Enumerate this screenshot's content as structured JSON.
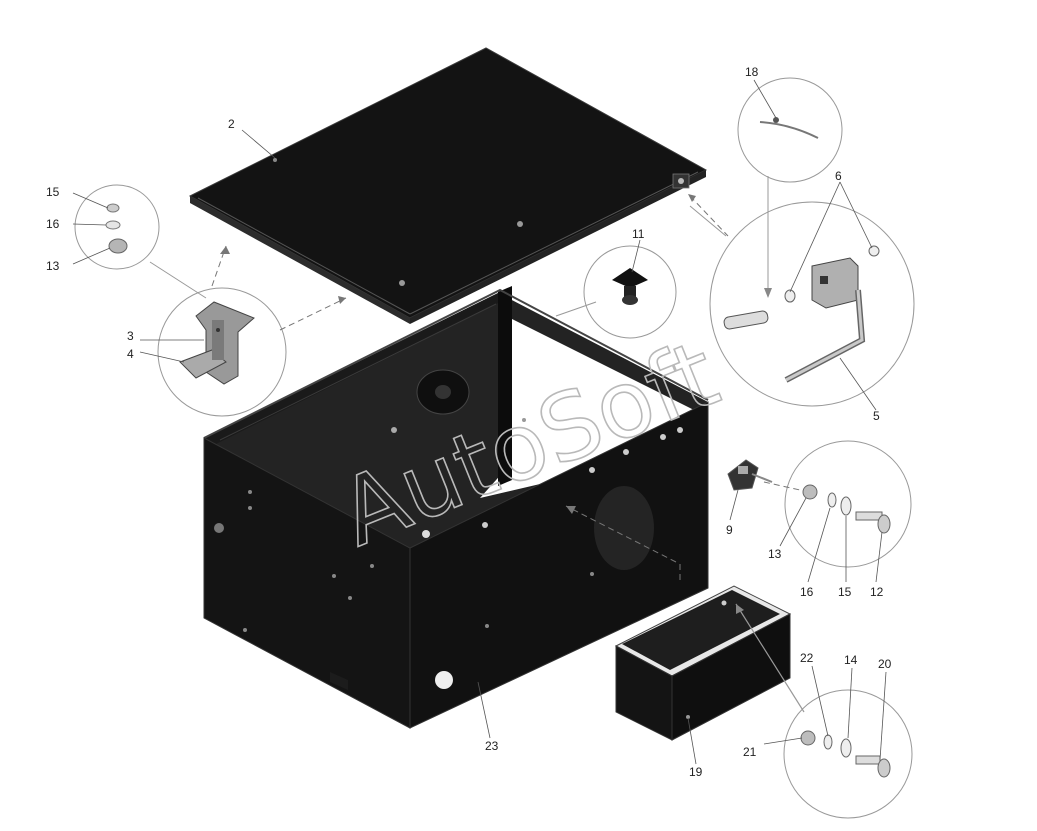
{
  "watermark": "AutoSoft",
  "callouts": {
    "c2": "2",
    "c3": "3",
    "c4": "4",
    "c5": "5",
    "c6": "6",
    "c9": "9",
    "c11": "11",
    "c12": "12",
    "c13a": "13",
    "c13b": "13",
    "c14": "14",
    "c15a": "15",
    "c15b": "15",
    "c16a": "16",
    "c16b": "16",
    "c18": "18",
    "c19": "19",
    "c20": "20",
    "c21": "21",
    "c22": "22",
    "c23": "23"
  },
  "colors": {
    "part_dark": "#151515",
    "part_edge": "#3a3a3a",
    "detail_gray": "#b8b8b8"
  }
}
